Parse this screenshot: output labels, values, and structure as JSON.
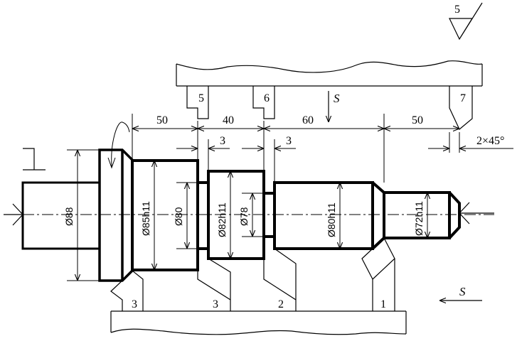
{
  "roughness_mark": "5",
  "top_tool_labels": [
    "5",
    "6",
    "7"
  ],
  "feed_symbol": "S",
  "axial_dims": [
    "50",
    "40",
    "60",
    "50"
  ],
  "groove_widths": [
    "3",
    "3"
  ],
  "chamfer": "2×45°",
  "diameters": {
    "d88": "Ø88",
    "d85": "Ø85h11",
    "d80a": "Ø80",
    "d82": "Ø82h11",
    "d78": "Ø78",
    "d80b": "Ø80h11",
    "d72": "Ø72h11"
  },
  "bottom_tool_labels": [
    "3",
    "3",
    "2",
    "1"
  ]
}
